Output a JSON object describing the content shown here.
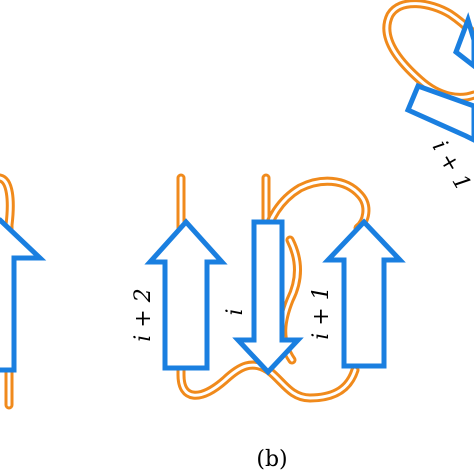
{
  "figure": {
    "caption": "(b)",
    "colors": {
      "strand_outline": "#1a7fe0",
      "loop": "#f08a1c",
      "loop_inner": "#ffffff",
      "text": "#000000"
    },
    "strands": [
      {
        "label": "i + 2",
        "direction": "up"
      },
      {
        "label": "i",
        "direction": "down"
      },
      {
        "label": "i + 1",
        "direction": "up"
      }
    ],
    "partial_strand_label": "i + 1"
  }
}
